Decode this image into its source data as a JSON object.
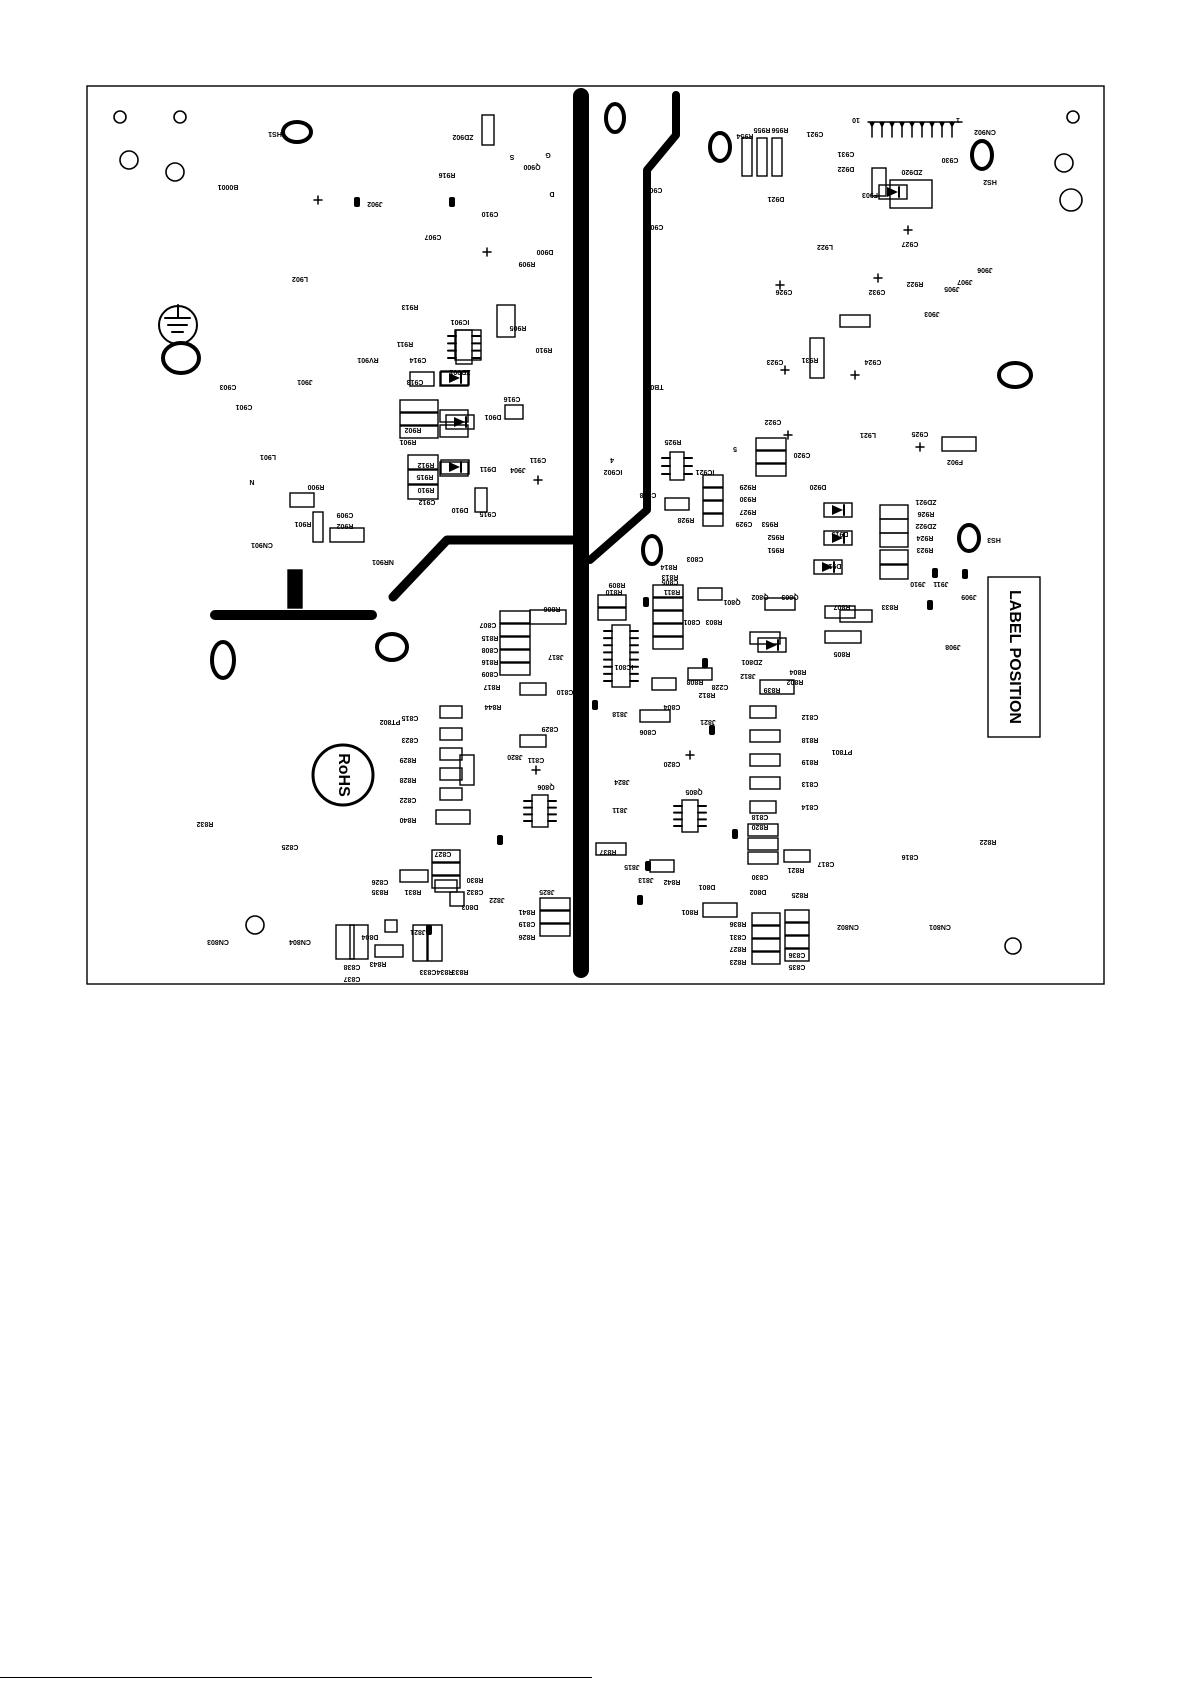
{
  "board": {
    "label_box": "LABEL POSITION",
    "rohs_text": "RoHS",
    "components": {
      "left_top": [
        "HS1",
        "ZD902",
        "Q900",
        "R916",
        "J902",
        "C910",
        "C907",
        "D900",
        "R909",
        "B0001",
        "L902",
        "R913",
        "R911",
        "IC901",
        "R905",
        "R910",
        "RV901",
        "C914",
        "ZD901",
        "J901",
        "C913",
        "C916",
        "C903",
        "C901",
        "R901",
        "R902",
        "D901",
        "D911",
        "C911",
        "J904",
        "L901",
        "R915",
        "R912",
        "R910",
        "C912",
        "C915",
        "D910",
        "R900",
        "C909",
        "R901",
        "R902",
        "CN901",
        "NR901"
      ],
      "right_top": [
        "R954",
        "R955",
        "R956",
        "C921",
        "C931",
        "D922",
        "C930",
        "CN902",
        "HS2",
        "ZD920",
        "F903",
        "D921",
        "C905",
        "C900",
        "L922",
        "C927",
        "J906",
        "R922",
        "J907",
        "J905",
        "C926",
        "C932",
        "J903",
        "R931",
        "C923",
        "C924",
        "TB01",
        "C922",
        "C920",
        "L921",
        "C925",
        "F902",
        "R925",
        "IC921",
        "IC902",
        "C928",
        "R929",
        "R930",
        "R927",
        "C929",
        "R928",
        "D920",
        "ZD921",
        "R926",
        "ZD922",
        "R924",
        "R923",
        "R953",
        "R952",
        "R951",
        "D915",
        "D916",
        "HS3",
        "J910",
        "J911",
        "J909",
        "J908"
      ],
      "left_bottom": [
        "R806",
        "C807",
        "R815",
        "C808",
        "R816",
        "C809",
        "R817",
        "J817",
        "R844",
        "C810",
        "C815",
        "PT802",
        "C823",
        "R829",
        "R828",
        "C822",
        "R840",
        "C829",
        "C811",
        "Q806",
        "J820",
        "R832",
        "C825",
        "C827",
        "R830",
        "C832",
        "R831",
        "C826",
        "R835",
        "D803",
        "J822",
        "R841",
        "J825",
        "C819",
        "R826",
        "CN803",
        "CN804",
        "D804",
        "R843",
        "C838",
        "C837",
        "J821",
        "C833",
        "R834",
        "R833"
      ],
      "right_bottom": [
        "R810",
        "R809",
        "R811",
        "R813",
        "R814",
        "C805",
        "C803",
        "R803",
        "Q801",
        "Q802",
        "Q803",
        "R807",
        "R833",
        "C801",
        "ZD801",
        "R805",
        "R804",
        "R802",
        "R839",
        "IC801",
        "R808",
        "R812",
        "C804",
        "C228",
        "J812",
        "J818",
        "C806",
        "J821",
        "C812",
        "R818",
        "PT801",
        "R819",
        "C813",
        "C820",
        "Q805",
        "C814",
        "J824",
        "J811",
        "R820",
        "C818",
        "C830",
        "R837",
        "J815",
        "J813",
        "R842",
        "D801",
        "R821",
        "C817",
        "C816",
        "R822",
        "D802",
        "R825",
        "R801",
        "R836",
        "C831",
        "R827",
        "R823",
        "C836",
        "C835",
        "CN802",
        "CN801"
      ]
    },
    "pin_markers": [
      "10",
      "1",
      "5",
      "G",
      "D",
      "S",
      "4",
      "1",
      "N"
    ]
  }
}
